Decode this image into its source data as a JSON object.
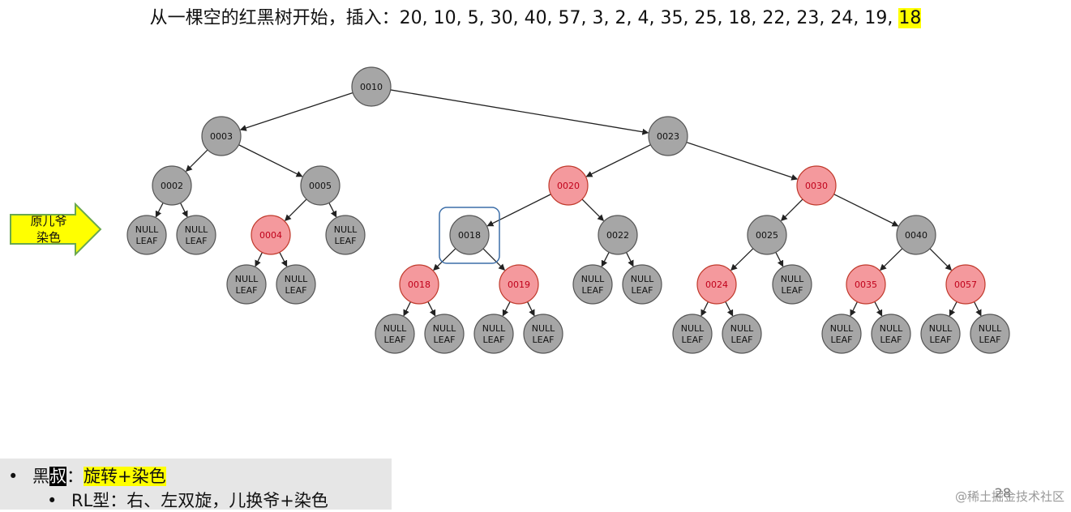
{
  "title": {
    "prefix": "从一棵空的红黑树开始，插入：20, 10, 5, 30, 40, 57, 3, 2, 4, 35, 25, 18, 22, 23, 24, 19, ",
    "highlight": "18"
  },
  "side_label": {
    "line1": "原儿爷",
    "line2": "染色"
  },
  "nodes": [
    {
      "id": "n10",
      "label": "0010",
      "color": "black"
    },
    {
      "id": "n3",
      "label": "0003",
      "color": "black"
    },
    {
      "id": "n23",
      "label": "0023",
      "color": "black"
    },
    {
      "id": "n2",
      "label": "0002",
      "color": "black"
    },
    {
      "id": "n5",
      "label": "0005",
      "color": "black"
    },
    {
      "id": "n20",
      "label": "0020",
      "color": "red"
    },
    {
      "id": "n30",
      "label": "0030",
      "color": "red"
    },
    {
      "id": "n4",
      "label": "0004",
      "color": "red"
    },
    {
      "id": "n18",
      "label": "0018",
      "color": "black",
      "highlighted": true
    },
    {
      "id": "n22",
      "label": "0022",
      "color": "black"
    },
    {
      "id": "n25",
      "label": "0025",
      "color": "black"
    },
    {
      "id": "n40",
      "label": "0040",
      "color": "black"
    },
    {
      "id": "n18b",
      "label": "0018",
      "color": "red"
    },
    {
      "id": "n19",
      "label": "0019",
      "color": "red"
    },
    {
      "id": "n24",
      "label": "0024",
      "color": "red"
    },
    {
      "id": "n35",
      "label": "0035",
      "color": "red"
    },
    {
      "id": "n57",
      "label": "0057",
      "color": "red"
    }
  ],
  "edges": [
    [
      "n10",
      "n3"
    ],
    [
      "n10",
      "n23"
    ],
    [
      "n3",
      "n2"
    ],
    [
      "n3",
      "n5"
    ],
    [
      "n23",
      "n20"
    ],
    [
      "n23",
      "n30"
    ],
    [
      "n5",
      "n4"
    ],
    [
      "n20",
      "n18"
    ],
    [
      "n20",
      "n22"
    ],
    [
      "n30",
      "n25"
    ],
    [
      "n30",
      "n40"
    ],
    [
      "n18",
      "n18b"
    ],
    [
      "n18",
      "n19"
    ],
    [
      "n25",
      "n24"
    ],
    [
      "n40",
      "n35"
    ],
    [
      "n40",
      "n57"
    ]
  ],
  "leaf_label": {
    "line1": "NULL",
    "line2": "LEAF"
  },
  "note": {
    "line1_prefix": "黑",
    "line1_keyword": "叔",
    "line1_sep": "：",
    "line1_action": "旋转+染色",
    "line2": "RL型：右、左双旋，儿换爷+染色"
  },
  "page_number": "28",
  "credit": "@稀土掘金技术社区",
  "colors": {
    "black_node_fill": "#a6a6a6",
    "red_node_fill": "#f4999d",
    "red_node_stroke": "#c0392b",
    "red_node_text": "#c0001a",
    "highlight_box": "#3c6ea8",
    "arrow_fill": "#ffff00",
    "arrow_stroke": "#6aa84f"
  }
}
